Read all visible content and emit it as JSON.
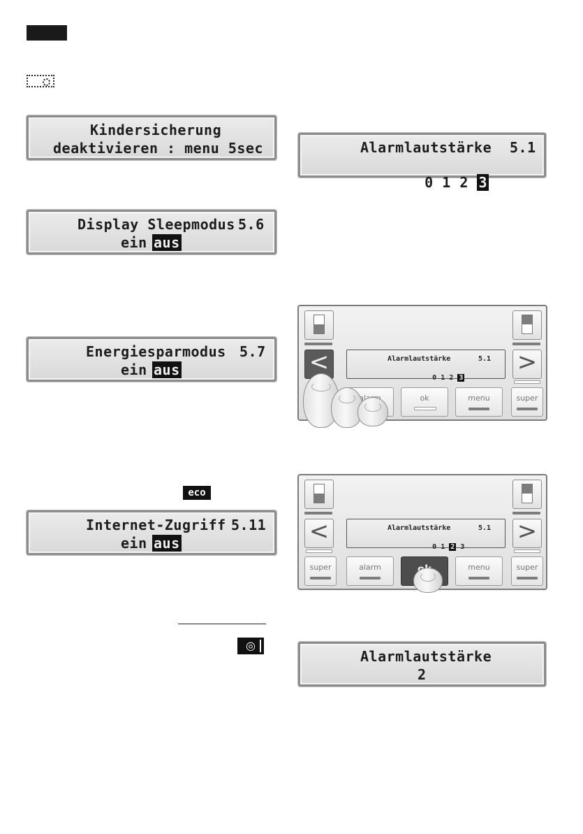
{
  "lcd_kindersicherung": {
    "line1": "Kindersicherung",
    "line2": "deaktivieren : menu 5sec"
  },
  "lcd_sleep": {
    "title": "Display Sleepmodus",
    "code": "5.6",
    "opt_on": "ein",
    "opt_off": "aus"
  },
  "lcd_energie": {
    "title": "Energiesparmodus",
    "code": "5.7",
    "opt_on": "ein",
    "opt_off": "aus"
  },
  "eco_badge": "eco",
  "lcd_internet": {
    "title": "Internet-Zugriff",
    "code": "5.11",
    "opt_on": "ein",
    "opt_off": "aus"
  },
  "spiral_badge": "◎",
  "lcd_alarm": {
    "title": "Alarmlautstärke",
    "code": "5.1",
    "levels": [
      "0",
      "1",
      "2",
      "3"
    ],
    "selected": "3"
  },
  "panel1": {
    "lcd_title": "Alarmlautstärke",
    "lcd_code": "5.1",
    "levels": [
      "0",
      "1",
      "2",
      "3"
    ],
    "selected": "3",
    "left_arrow": "<",
    "right_arrow": ">",
    "keys": {
      "alarm": "alarm",
      "ok": "ok",
      "menu": "menu",
      "super": "super"
    }
  },
  "panel2": {
    "lcd_title": "Alarmlautstärke",
    "lcd_code": "5.1",
    "levels": [
      "0",
      "1",
      "2",
      "3"
    ],
    "selected": "2",
    "left_arrow": "<",
    "right_arrow": ">",
    "keys": {
      "super_left": "super",
      "alarm": "alarm",
      "ok": "ok",
      "menu": "menu",
      "super_right": "super"
    }
  },
  "lcd_result": {
    "title": "Alarmlautstärke",
    "value": "2"
  }
}
